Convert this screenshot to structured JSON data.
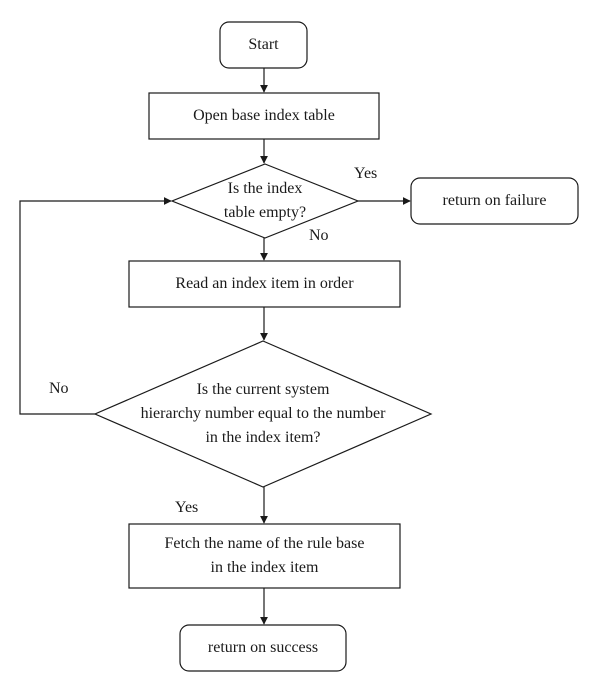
{
  "nodes": {
    "start": "Start",
    "open_table": "Open base index table",
    "is_empty": "Is the index\ntable empty?",
    "return_failure": "return on failure",
    "read_item": "Read an index item in order",
    "is_equal": "Is the current system\nhierarchy number equal to the number\nin the index item?",
    "fetch_name": "Fetch the name of the rule base\nin the index item",
    "return_success": "return on success"
  },
  "edges": {
    "empty_yes": "Yes",
    "empty_no": "No",
    "equal_no": "No",
    "equal_yes": "Yes"
  }
}
